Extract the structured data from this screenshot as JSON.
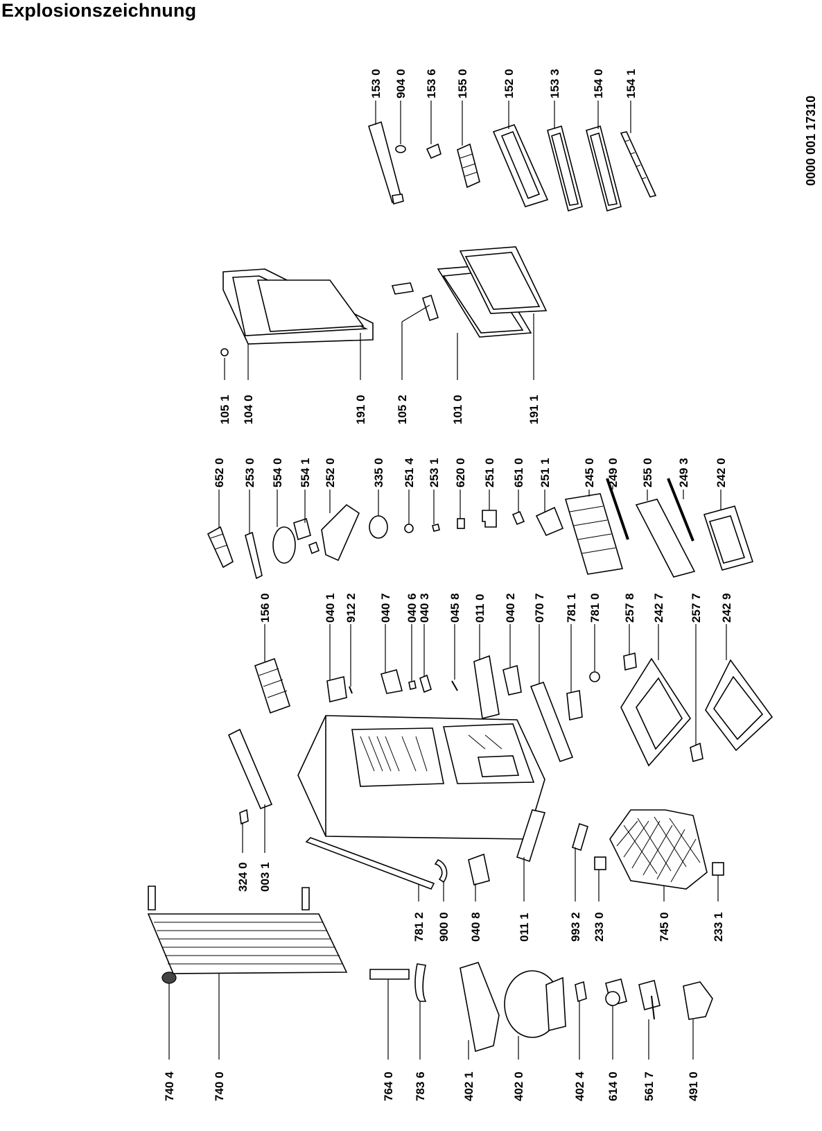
{
  "title": "Explosionszeichnung",
  "document_number": "0000 001 17310",
  "parts": {
    "p1530": "153 0",
    "p9040": "904 0",
    "p1536": "153 6",
    "p1550": "155 0",
    "p1520": "152 0",
    "p1533": "153 3",
    "p1540": "154 0",
    "p1541": "154 1",
    "p1051": "105 1",
    "p1040": "104 0",
    "p1910": "191 0",
    "p1052": "105 2",
    "p1010": "101 0",
    "p1911": "191 1",
    "p6520": "652 0",
    "p2530": "253 0",
    "p5540": "554 0",
    "p5541": "554 1",
    "p2520": "252 0",
    "p3350": "335 0",
    "p2514": "251 4",
    "p2531": "253 1",
    "p6200": "620 0",
    "p2510": "251 0",
    "p6510": "651 0",
    "p2511": "251 1",
    "p2450": "245 0",
    "p2490": "249 0",
    "p2550": "255 0",
    "p2493": "249 3",
    "p2420": "242 0",
    "p1560": "156 0",
    "p0401": "040 1",
    "p9122": "912 2",
    "p0407": "040 7",
    "p0406": "040 6",
    "p0403": "040 3",
    "p0458": "045 8",
    "p0110": "011 0",
    "p0402": "040 2",
    "p0707": "070 7",
    "p7811": "781 1",
    "p7810": "781 0",
    "p2578": "257 8",
    "p2427": "242 7",
    "p2577": "257 7",
    "p2429": "242 9",
    "p3240": "324 0",
    "p0031": "003 1",
    "p7812": "781 2",
    "p9000": "900 0",
    "p0408": "040 8",
    "p0111": "011 1",
    "p9932": "993 2",
    "p2330": "233 0",
    "p7450": "745 0",
    "p2331": "233 1",
    "p7404": "740 4",
    "p7400": "740 0",
    "p7640": "764 0",
    "p7836": "783 6",
    "p4021": "402 1",
    "p4020": "402 0",
    "p4024": "402 4",
    "p6140": "614 0",
    "p5617": "561 7",
    "p4910": "491 0"
  }
}
